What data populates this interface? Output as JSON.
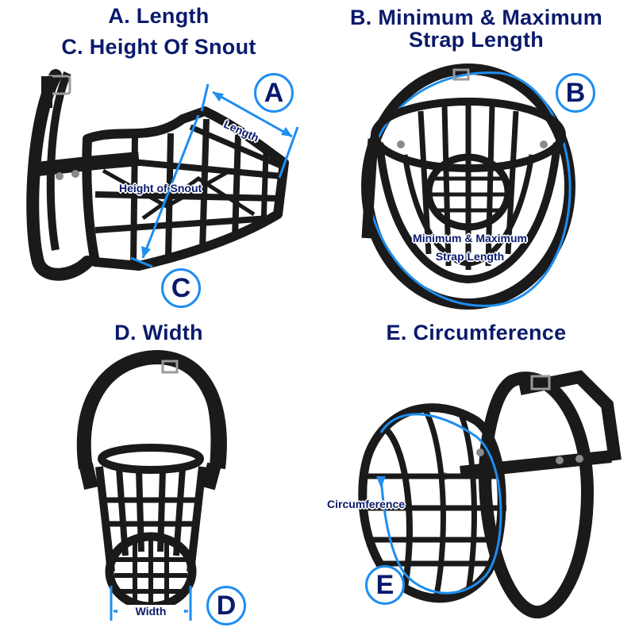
{
  "panels": {
    "a": {
      "title_1": "A. Length",
      "title_2": "C. Height Of Snout",
      "length_label": "Length",
      "height_label": "Height of Snout",
      "badge_top": "A",
      "badge_bottom": "C"
    },
    "b": {
      "title_1": "B. Minimum & Maximum",
      "title_2": "Strap Length",
      "strap_label_1": "Minimum & Maximum",
      "strap_label_2": "Strap Length",
      "badge": "B"
    },
    "d": {
      "title": "D. Width",
      "width_label": "Width",
      "badge": "D"
    },
    "e": {
      "title": "E. Circumference",
      "circ_label": "Circumference",
      "badge": "E"
    }
  },
  "colors": {
    "title": "#0a1a6b",
    "measure": "#1e8ef0",
    "muzzle": "#1a1a1a"
  }
}
